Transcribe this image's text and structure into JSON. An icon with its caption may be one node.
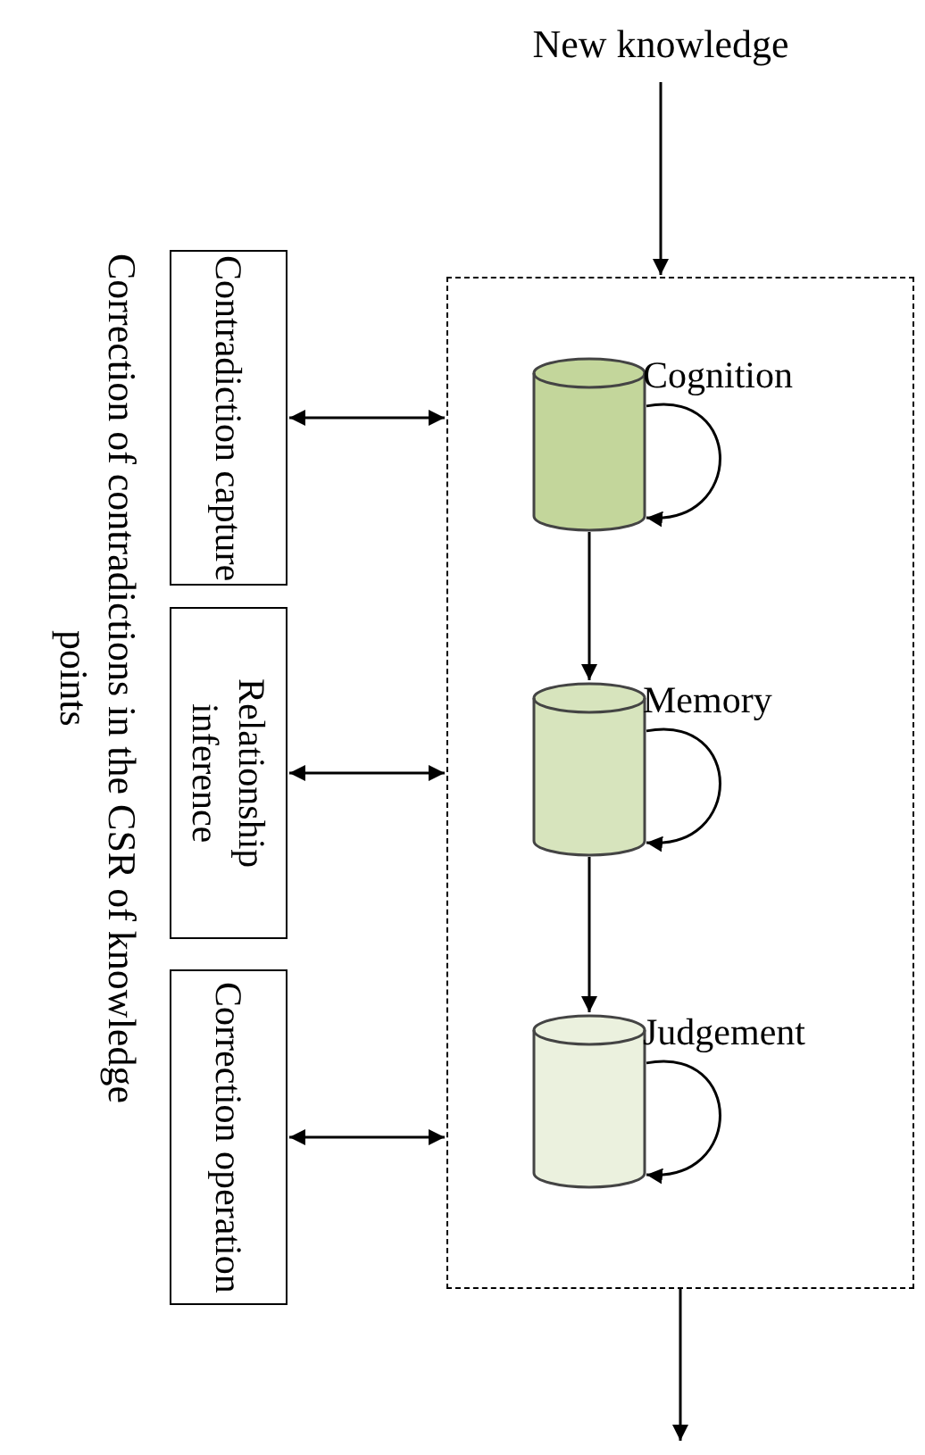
{
  "diagram": {
    "nodes": [
      {
        "text": [
          "New knowledge"
        ]
      },
      {
        "text": [],
        "shape": "box"
      },
      {
        "text": [
          "Cognition"
        ],
        "in": 1
      },
      {
        "text": [
          "Memory"
        ],
        "in": 1
      },
      {
        "text": [
          "Judgement"
        ],
        "in": 1
      },
      {
        "text": [
          "Contradiction capture"
        ]
      },
      {
        "text": [
          "Relationship inference"
        ]
      },
      {
        "text": [
          "Correction operation"
        ]
      }
    ],
    "edges": [
      {
        "from": 0,
        "to": 1,
        "arrow": "to"
      },
      {
        "from": 2,
        "to": 2,
        "arrow": "to"
      },
      {
        "from": 2,
        "to": 3,
        "arrow": "to"
      },
      {
        "from": 3,
        "to": 3,
        "arrow": "to"
      },
      {
        "from": 3,
        "to": 4,
        "arrow": "to"
      },
      {
        "from": 4,
        "to": 4,
        "arrow": "to"
      },
      {
        "from": 5,
        "to": 1,
        "arrow": "both"
      },
      {
        "from": 6,
        "to": 1,
        "arrow": "both"
      },
      {
        "from": 7,
        "to": 1,
        "arrow": "both"
      },
      {
        "from": 1,
        "to": null,
        "arrow": "to"
      }
    ],
    "labels": [
      "Correction of contradictions in the CSR of knowledge points"
    ]
  }
}
